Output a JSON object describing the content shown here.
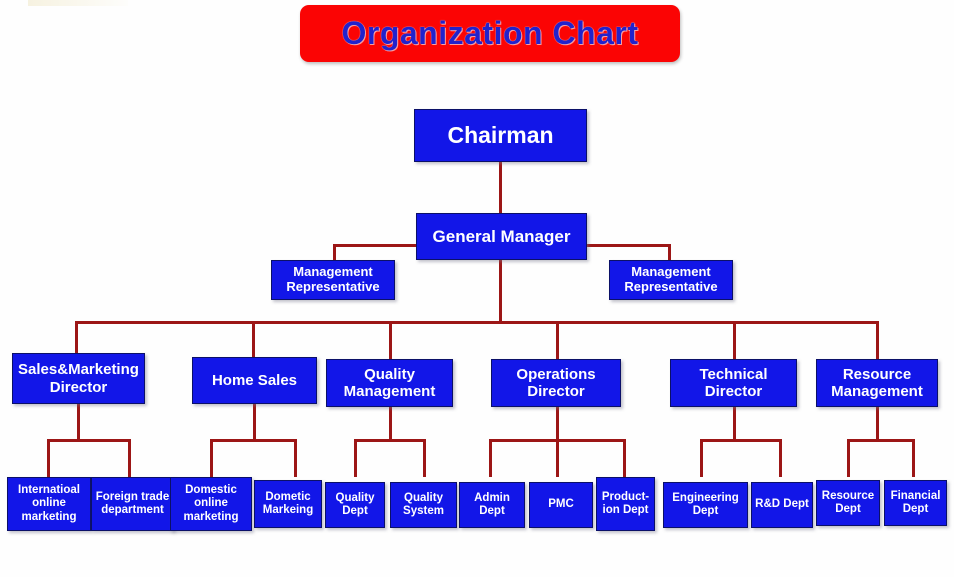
{
  "title": {
    "text": "Organization Chart"
  },
  "colors": {
    "box_fill": "#1216E8",
    "box_border": "#0B1068",
    "box_text": "#FFFFFF",
    "connector": "#9C1616",
    "banner_fill": "#FB0404",
    "banner_text": "#2222CC",
    "background": "#FEFEFE"
  },
  "nodes": {
    "chairman": {
      "label": "Chairman"
    },
    "general_manager": {
      "label": "General Manager"
    },
    "mgmt_rep_left": {
      "label": "Management Representative"
    },
    "mgmt_rep_right": {
      "label": "Management Representative"
    },
    "directors": [
      {
        "label": "Sales&Marketing Director"
      },
      {
        "label": "Home Sales"
      },
      {
        "label": "Quality Management"
      },
      {
        "label": "Operations Director"
      },
      {
        "label": "Technical Director"
      },
      {
        "label": "Resource Management"
      }
    ],
    "departments": [
      {
        "label": "Internatioal online marketing"
      },
      {
        "label": "Foreign trade department"
      },
      {
        "label": "Domestic online marketing"
      },
      {
        "label": "Dometic Markeing"
      },
      {
        "label": "Quality Dept"
      },
      {
        "label": "Quality System"
      },
      {
        "label": "Admin Dept"
      },
      {
        "label": "PMC"
      },
      {
        "label": "Product-ion Dept"
      },
      {
        "label": "Engineering Dept"
      },
      {
        "label": "R&D Dept"
      },
      {
        "label": "Resource Dept"
      },
      {
        "label": "Financial Dept"
      }
    ]
  },
  "hierarchy": {
    "root": "Chairman",
    "levels": [
      [
        "Chairman"
      ],
      [
        "General Manager"
      ],
      [
        "Management Representative",
        "Management Representative"
      ],
      [
        "Sales&Marketing Director",
        "Home Sales",
        "Quality Management",
        "Operations Director",
        "Technical Director",
        "Resource Management"
      ],
      [
        "Internatioal online marketing",
        "Foreign trade department",
        "Domestic online marketing",
        "Dometic Markeing",
        "Quality Dept",
        "Quality System",
        "Admin Dept",
        "PMC",
        "Product-ion Dept",
        "Engineering Dept",
        "R&D Dept",
        "Resource Dept",
        "Financial Dept"
      ]
    ]
  }
}
